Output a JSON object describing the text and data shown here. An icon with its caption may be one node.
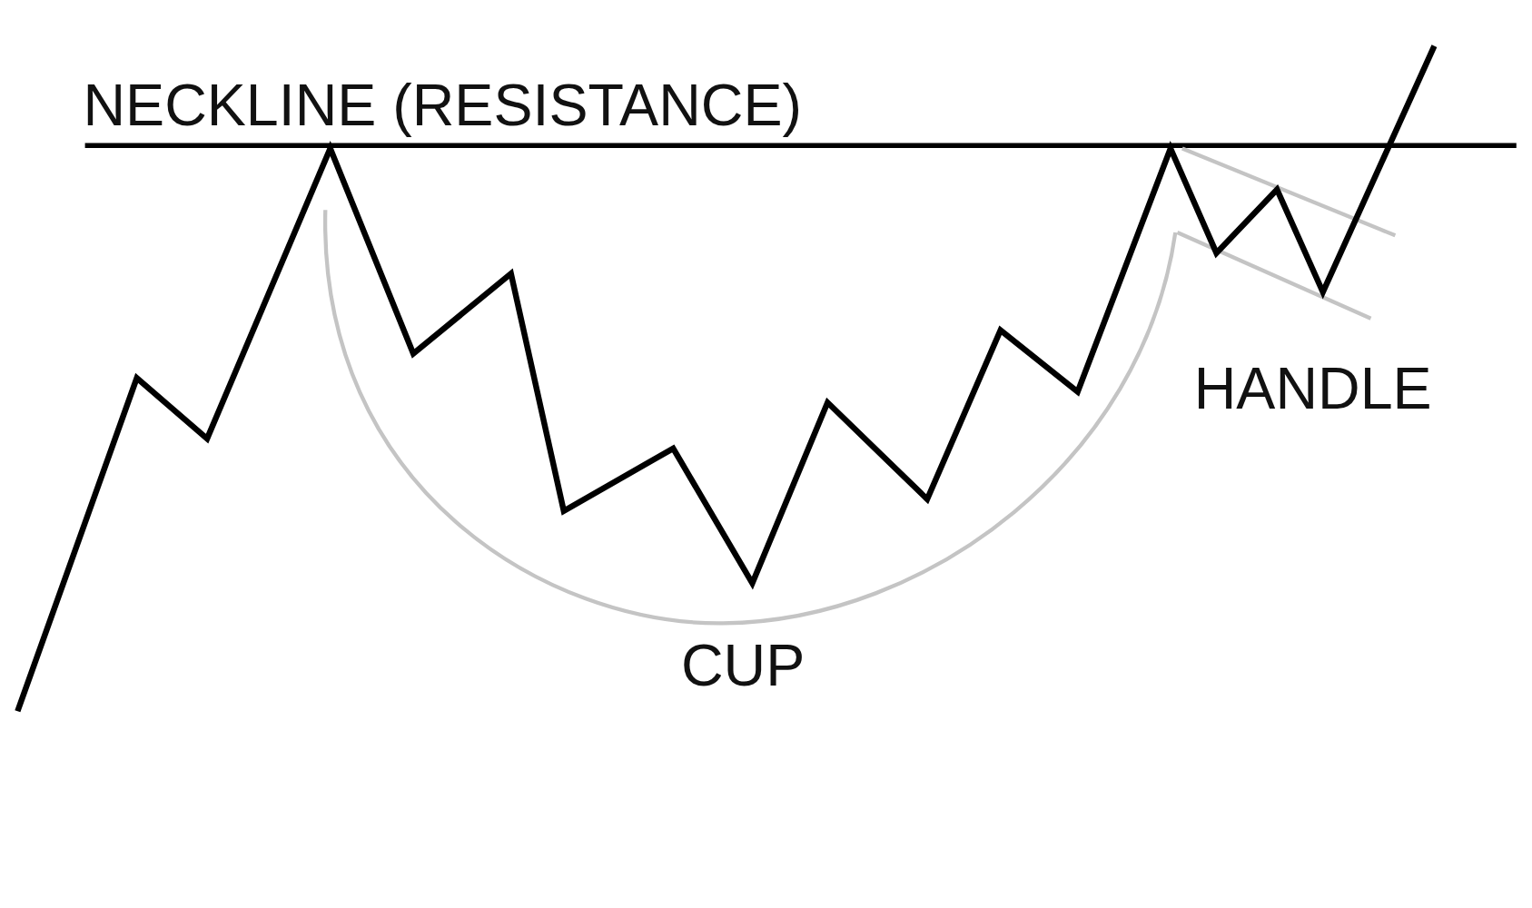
{
  "diagram": {
    "labels": [
      "NECKLINE (RESISTANCE)",
      "HANDLE",
      "CUP"
    ]
  }
}
